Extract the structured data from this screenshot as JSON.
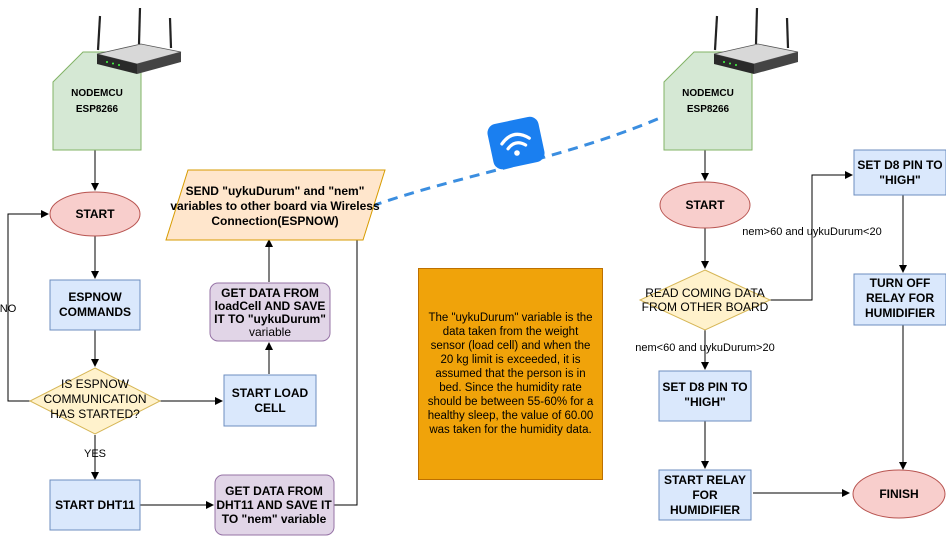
{
  "left_board": {
    "label_line1": "NODEMCU",
    "label_line2": "ESP8266",
    "router_icon": "wifi-router-icon"
  },
  "right_board": {
    "label_line1": "NODEMCU",
    "label_line2": "ESP8266",
    "router_icon": "wifi-router-icon"
  },
  "wireless_icon": "wifi-icon",
  "colors": {
    "process": "#dae8fc",
    "board": "#d5e8d4",
    "terminal": "#f8cecc",
    "data_step": "#e1d5e7",
    "decision": "#fff2cc",
    "io": "#ffe6cc",
    "note": "#f0a30a",
    "wireless_link": "#3b8ee0",
    "wifi_badge": "#1a7ff0"
  },
  "left_flow": {
    "start": "START",
    "espnow_line1": "ESPNOW",
    "espnow_line2": "COMMANDS",
    "decision_line1": "IS ESPNOW",
    "decision_line2": "COMMUNICATION",
    "decision_line3": "HAS STARTED?",
    "no_label": "NO",
    "yes_label": "YES",
    "start_dht11": "START DHT11",
    "get_dht_line1": "GET DATA FROM",
    "get_dht_line2": "DHT11 AND SAVE IT",
    "get_dht_line3": "TO \"nem\" variable",
    "start_load_line1": "START LOAD",
    "start_load_line2": "CELL",
    "get_load_line1": "GET DATA FROM",
    "get_load_line2": "loadCell AND SAVE",
    "get_load_line3": "IT TO \"uykuDurum\"",
    "get_load_line4": "variable",
    "send_line1": "SEND \"uykuDurum\" and \"nem\"",
    "send_line2": "variables to other board via Wireless",
    "send_line3": "Connection(ESPNOW)"
  },
  "note": {
    "text": "The \"uykuDurum\" variable is the data taken from the weight sensor (load cell) and when the 20 kg limit is exceeded, it is assumed that the person is in bed. Since the humidity rate should be between 55-60% for a healthy sleep, the value of 60.00 was taken for the humidity data."
  },
  "right_flow": {
    "start": "START",
    "read_line1": "READ COMING DATA",
    "read_line2": "FROM OTHER BOARD",
    "cond_high": "nem>60 and uykuDurum<20",
    "cond_low": "nem<60 and uykuDurum>20",
    "set_high_top_line1": "SET D8 PIN TO",
    "set_high_top_line2": "\"HIGH\"",
    "turn_off_line1": "TURN OFF",
    "turn_off_line2": "RELAY FOR",
    "turn_off_line3": "HUMIDIFIER",
    "set_high_bottom_line1": "SET D8 PIN TO",
    "set_high_bottom_line2": "\"HIGH\"",
    "start_relay_line1": "START RELAY",
    "start_relay_line2": "FOR",
    "start_relay_line3": "HUMIDIFIER",
    "finish": "FINISH"
  }
}
